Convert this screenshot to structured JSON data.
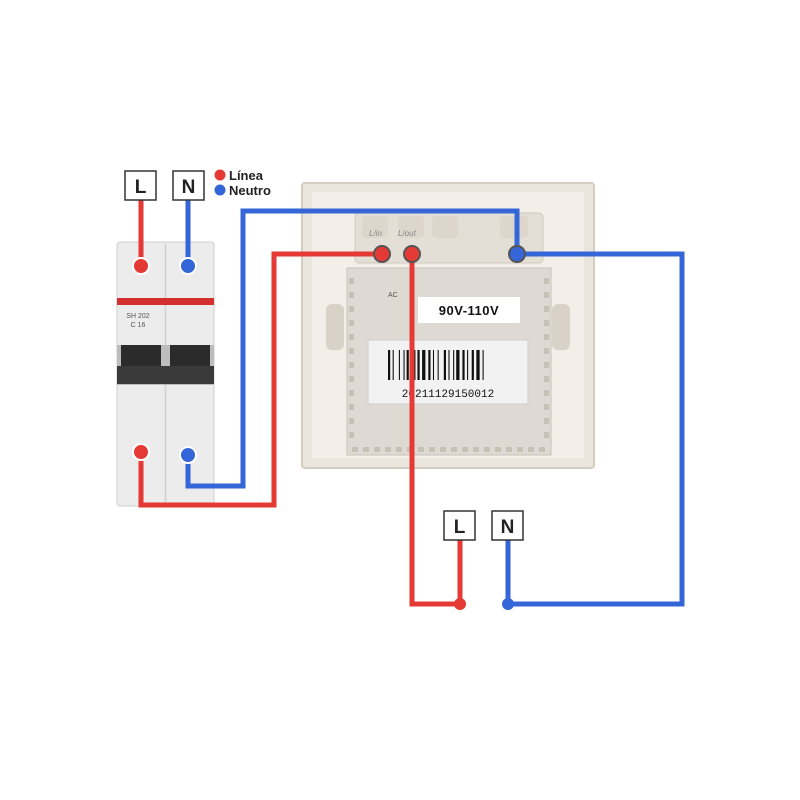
{
  "legend": {
    "items": [
      {
        "label": "Línea",
        "color": "#e53935"
      },
      {
        "label": "Neutro",
        "color": "#3566d8"
      }
    ]
  },
  "breaker": {
    "input_labels": [
      "L",
      "N"
    ],
    "model_text": "SH 202",
    "rating_text": "C 16"
  },
  "device": {
    "terminal_labels": [
      "L/in",
      "L/out"
    ],
    "ac_text": "AC",
    "voltage": "90V-110V",
    "serial": "20211129150012"
  },
  "load": {
    "labels": [
      "L",
      "N"
    ]
  },
  "colors": {
    "line": "#e53935",
    "neutral": "#3566d8",
    "breaker_red": "#d32f2f"
  }
}
